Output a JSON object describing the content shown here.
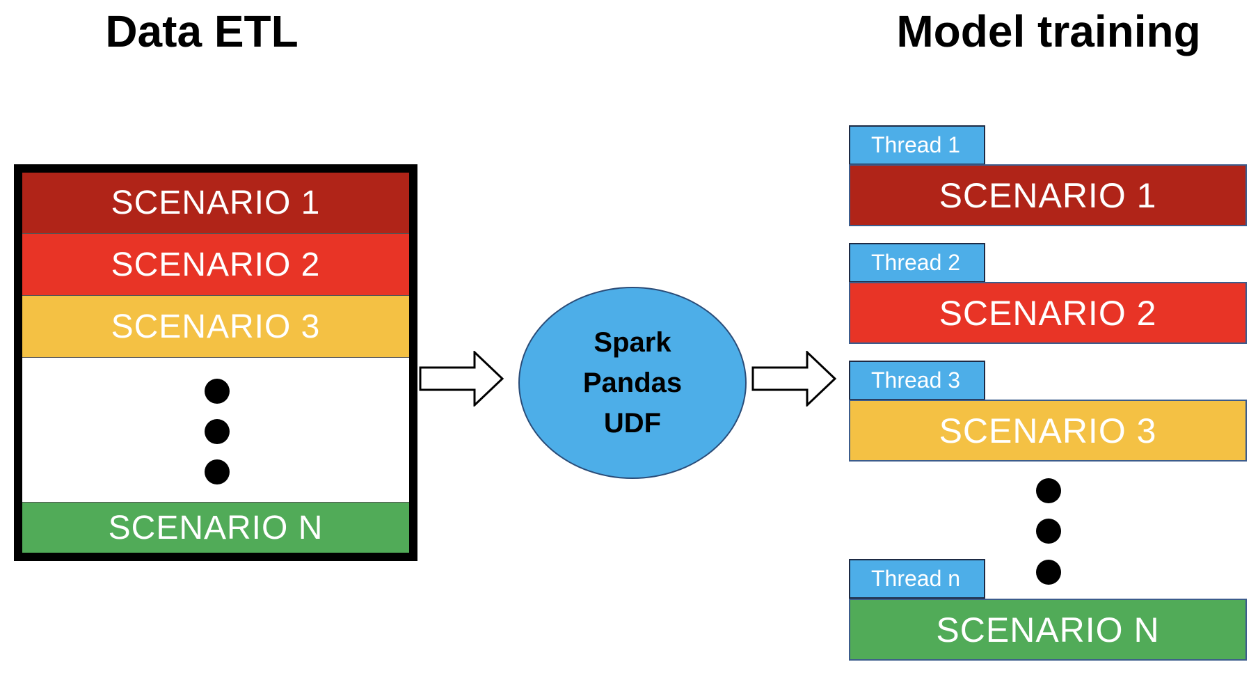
{
  "titles": {
    "etl": "Data ETL",
    "training": "Model training"
  },
  "etl": {
    "rows": [
      "SCENARIO 1",
      "SCENARIO 2",
      "SCENARIO 3",
      "SCENARIO N"
    ]
  },
  "udf": {
    "lines": [
      "Spark",
      "Pandas",
      "UDF"
    ]
  },
  "training": {
    "items": [
      {
        "thread": "Thread 1",
        "scenario": "SCENARIO 1"
      },
      {
        "thread": "Thread 2",
        "scenario": "SCENARIO 2"
      },
      {
        "thread": "Thread 3",
        "scenario": "SCENARIO 3"
      },
      {
        "thread": "Thread n",
        "scenario": "SCENARIO N"
      }
    ]
  },
  "colors": {
    "scenario_1": "#b02418",
    "scenario_2": "#e83426",
    "scenario_3": "#f4c144",
    "scenario_n": "#51ab58",
    "thread_tag": "#4daee8",
    "udf_fill": "#4daee8"
  }
}
